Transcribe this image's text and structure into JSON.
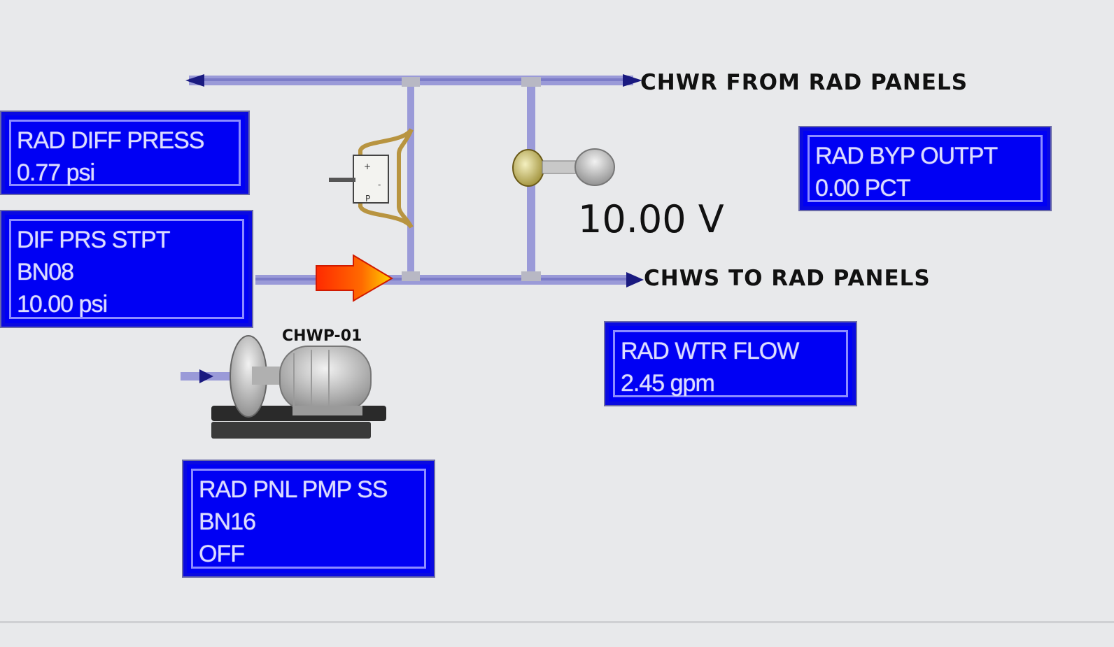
{
  "labels": {
    "return_pipe": "CHWR FROM RAD PANELS",
    "supply_pipe": "CHWS TO RAD PANELS",
    "pump": "CHWP-01",
    "valve_signal": "10.00 V"
  },
  "boxes": {
    "rad_diff_press": {
      "line1": "RAD DIFF PRESS",
      "line2": "0.77 psi"
    },
    "dif_prs_stpt": {
      "line1": "DIF PRS STPT",
      "line2": "BN08",
      "line3": "10.00 psi"
    },
    "rad_byp_outpt": {
      "line1": "RAD BYP OUTPT",
      "line2": "0.00 PCT"
    },
    "rad_wtr_flow": {
      "line1": "RAD WTR FLOW",
      "line2": "2.45 gpm"
    },
    "rad_pnl_pmp_ss": {
      "line1": "RAD PNL PMP SS",
      "line2": "BN16",
      "line3": "OFF"
    }
  },
  "colors": {
    "background": "#e8e9eb",
    "box_fill": "#0000f4",
    "pipe": "#9a9ad8",
    "flow_arrow": "#ff3a00"
  }
}
